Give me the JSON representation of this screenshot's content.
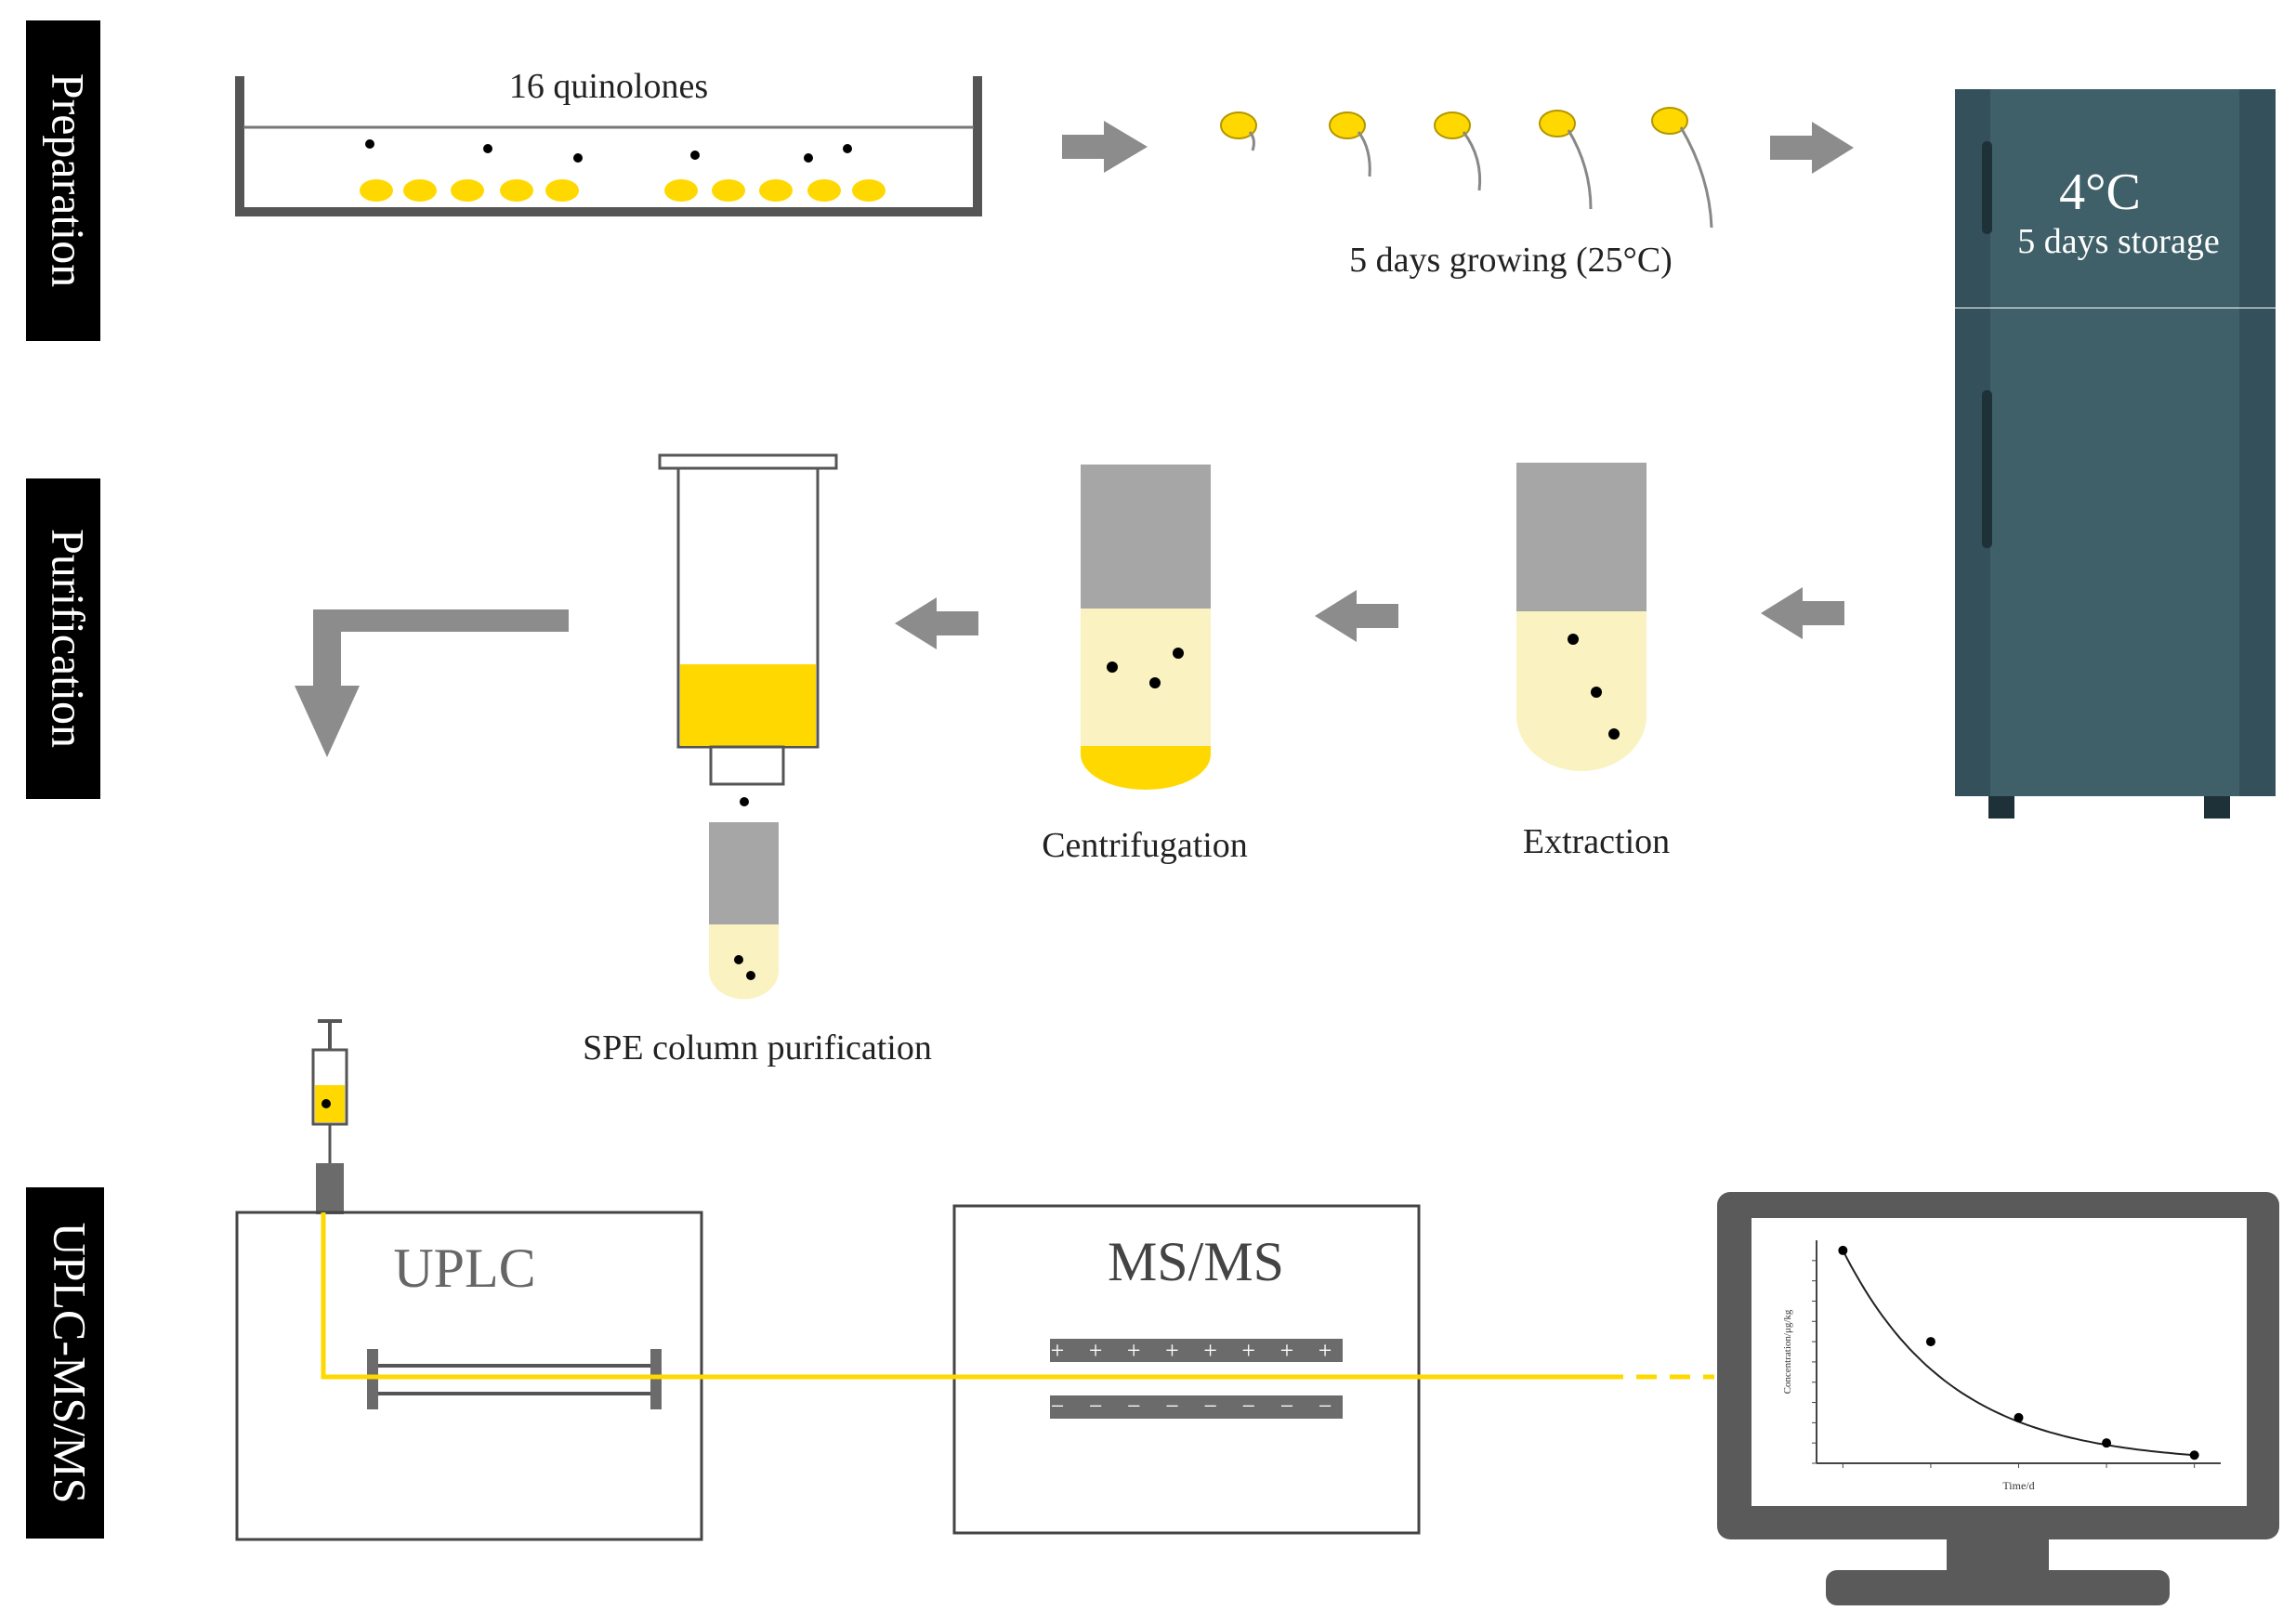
{
  "stages": {
    "preparation": "Preparation",
    "purification": "Purification",
    "analysis": "UPLC-MS/MS"
  },
  "preparation": {
    "tray_label": "16 quinolones",
    "growing_label": "5 days growing (25°C)",
    "fridge_temp": "4°C",
    "fridge_label": "5 days storage"
  },
  "purification": {
    "extraction_label": "Extraction",
    "centrifugation_label": "Centrifugation",
    "spe_label": "SPE column purification"
  },
  "analysis": {
    "uplc_label": "UPLC",
    "msms_label": "MS/MS",
    "positive_signs": "+ + + + + + + +",
    "negative_signs": "− − − − − − − −"
  },
  "chart_data": {
    "type": "scatter",
    "x": [
      1,
      2,
      3,
      4,
      5
    ],
    "y": [
      21,
      12,
      4.5,
      2,
      0.8
    ],
    "fit": "exponential decay",
    "xlim": [
      0.7,
      5.3
    ],
    "ylim": [
      0,
      22
    ],
    "xlabel": "Time/d",
    "ylabel": "Concentration/μg/kg"
  },
  "colors": {
    "yellow": "#ffd800",
    "pale_yellow": "#faf2c0",
    "gray": "#a6a6a6",
    "dark_gray": "#5a5a5a",
    "fridge": "#3f6068",
    "label_bg": "#000000"
  }
}
